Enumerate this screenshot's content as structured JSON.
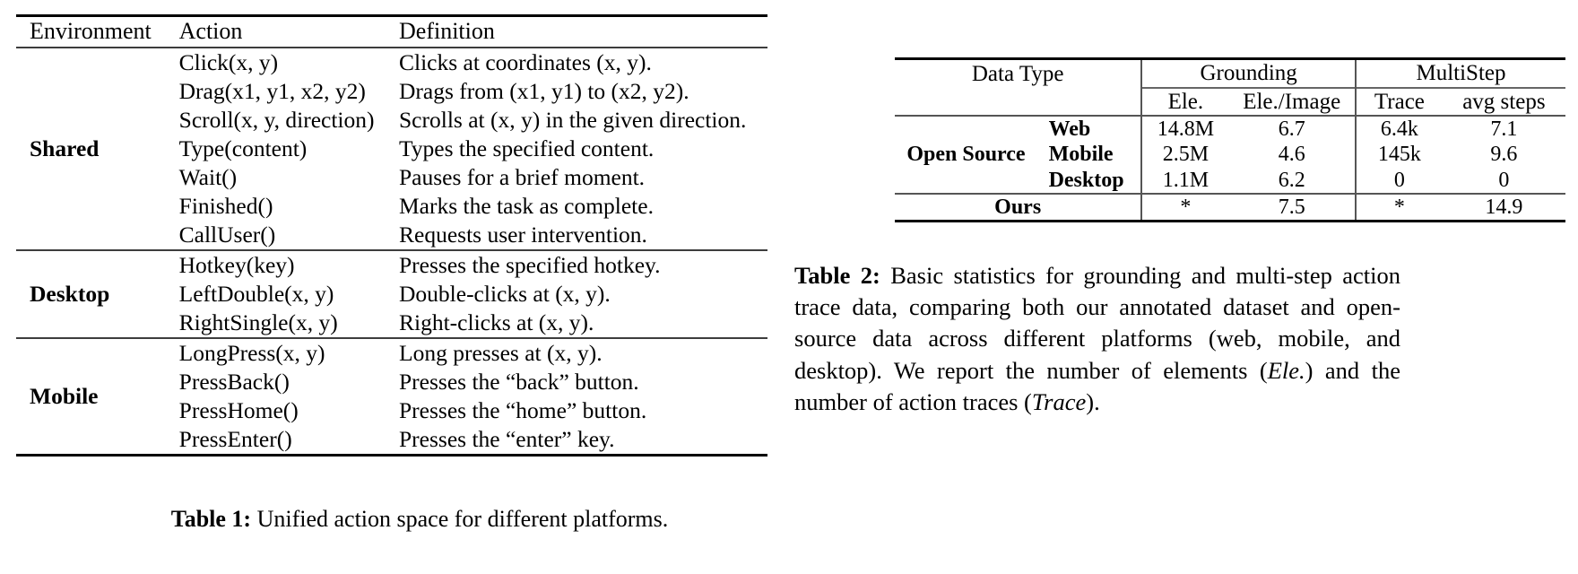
{
  "table1": {
    "headers": [
      "Environment",
      "Action",
      "Definition"
    ],
    "groups": [
      {
        "environment": "Shared",
        "rows": [
          {
            "action": "Click(x, y)",
            "definition": "Clicks at coordinates (x, y)."
          },
          {
            "action": "Drag(x1, y1, x2, y2)",
            "definition": "Drags from (x1, y1) to (x2, y2)."
          },
          {
            "action": "Scroll(x, y, direction)",
            "definition": "Scrolls at (x, y) in the given direction."
          },
          {
            "action": "Type(content)",
            "definition": "Types the specified content."
          },
          {
            "action": "Wait()",
            "definition": "Pauses for a brief moment."
          },
          {
            "action": "Finished()",
            "definition": "Marks the task as complete."
          },
          {
            "action": "CallUser()",
            "definition": "Requests user intervention."
          }
        ]
      },
      {
        "environment": "Desktop",
        "rows": [
          {
            "action": "Hotkey(key)",
            "definition": "Presses the specified hotkey."
          },
          {
            "action": "LeftDouble(x, y)",
            "definition": "Double-clicks at (x, y)."
          },
          {
            "action": "RightSingle(x, y)",
            "definition": "Right-clicks at (x, y)."
          }
        ]
      },
      {
        "environment": "Mobile",
        "rows": [
          {
            "action": "LongPress(x, y)",
            "definition": "Long presses at (x, y)."
          },
          {
            "action": "PressBack()",
            "definition": "Presses the “back” button."
          },
          {
            "action": "PressHome()",
            "definition": "Presses the “home” button."
          },
          {
            "action": "PressEnter()",
            "definition": "Presses the “enter” key."
          }
        ]
      }
    ],
    "caption_label": "Table 1:",
    "caption_text": "Unified action space for different platforms."
  },
  "table2": {
    "corner_header": "Data Type",
    "group_headers": [
      "Grounding",
      "MultiStep"
    ],
    "sub_headers": [
      "Ele.",
      "Ele./Image",
      "Trace",
      "avg steps"
    ],
    "rows": [
      {
        "group": "Open Source",
        "subgroup": "Web",
        "ele": "14.8M",
        "ele_per_image": "6.7",
        "trace": "6.4k",
        "avg_steps": "7.1"
      },
      {
        "group": "",
        "subgroup": "Mobile",
        "ele": "2.5M",
        "ele_per_image": "4.6",
        "trace": "145k",
        "avg_steps": "9.6"
      },
      {
        "group": "",
        "subgroup": "Desktop",
        "ele": "1.1M",
        "ele_per_image": "6.2",
        "trace": "0",
        "avg_steps": "0"
      }
    ],
    "ours_row": {
      "label": "Ours",
      "ele": "*",
      "ele_per_image": "7.5",
      "trace": "*",
      "avg_steps": "14.9"
    },
    "caption_label": "Table 2:",
    "caption_part1": " Basic statistics for grounding and multi-step action trace data, comparing both our annotated dataset and open-source data across different platforms (web, mobile, and desktop). We report the number of elements (",
    "caption_italic1": "Ele.",
    "caption_part2": ") and the number of action traces (",
    "caption_italic2": "Trace",
    "caption_part3": ")."
  }
}
